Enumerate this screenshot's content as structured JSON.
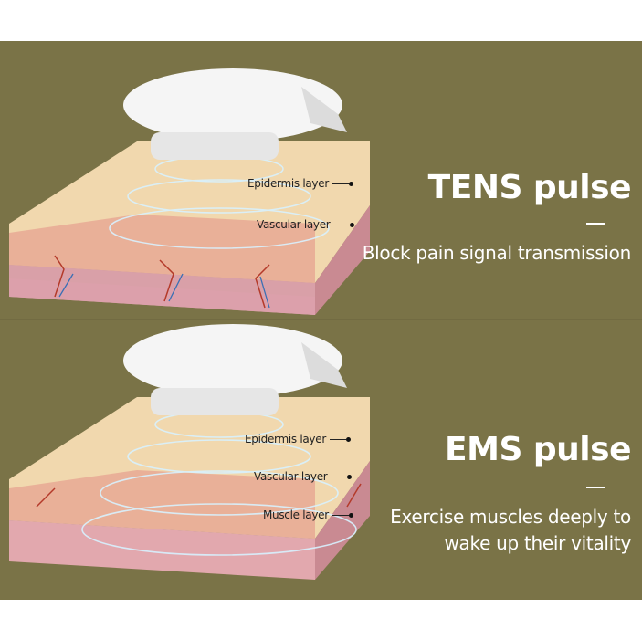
{
  "colors": {
    "background": "#7a7347",
    "text": "#ffffff"
  },
  "sections": [
    {
      "title": "TENS pulse",
      "subtitle_lines": [
        "Block pain signal transmission"
      ],
      "layers": [
        "Epidermis layer",
        "Vascular layer"
      ]
    },
    {
      "title": "EMS pulse",
      "subtitle_lines": [
        "Exercise muscles deeply to",
        "wake up their vitality"
      ],
      "layers": [
        "Epidermis layer",
        "Vascular layer",
        "Muscle layer"
      ]
    }
  ]
}
